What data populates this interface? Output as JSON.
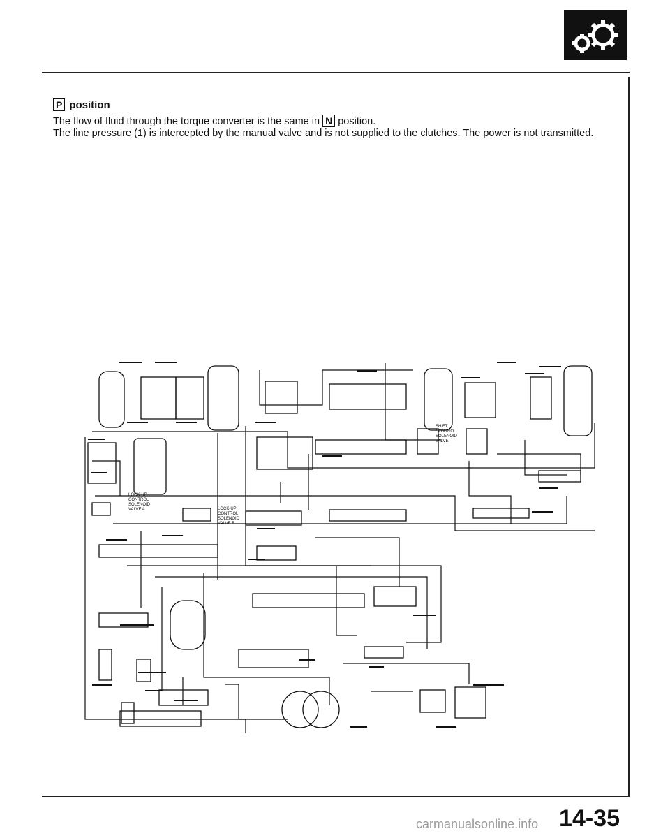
{
  "header": {
    "section_icon": "transmission-gear-icon"
  },
  "content": {
    "heading_box": "P",
    "heading_text": "position",
    "line1_before": "The flow of fluid through the torque converter is the same in",
    "line1_box": "N",
    "line1_after": "position.",
    "line2": "The line pressure (1) is intercepted by the manual valve and is not supplied to the clutches. The power is not transmitted."
  },
  "diagram": {
    "labels": {
      "lockup_a": [
        "LOCK-UP",
        "CONTROL",
        "SOLENOID",
        "VALVE A"
      ],
      "lockup_b": [
        "LOCK-UP",
        "CONTROL",
        "SOLENOID",
        "VALVE B"
      ],
      "shift_control": [
        "SHIFT",
        "CONTROL",
        "SOLENOID",
        "VALVE"
      ]
    }
  },
  "footer": {
    "page_number": "14-35",
    "watermark": "carmanualsonline.info"
  }
}
